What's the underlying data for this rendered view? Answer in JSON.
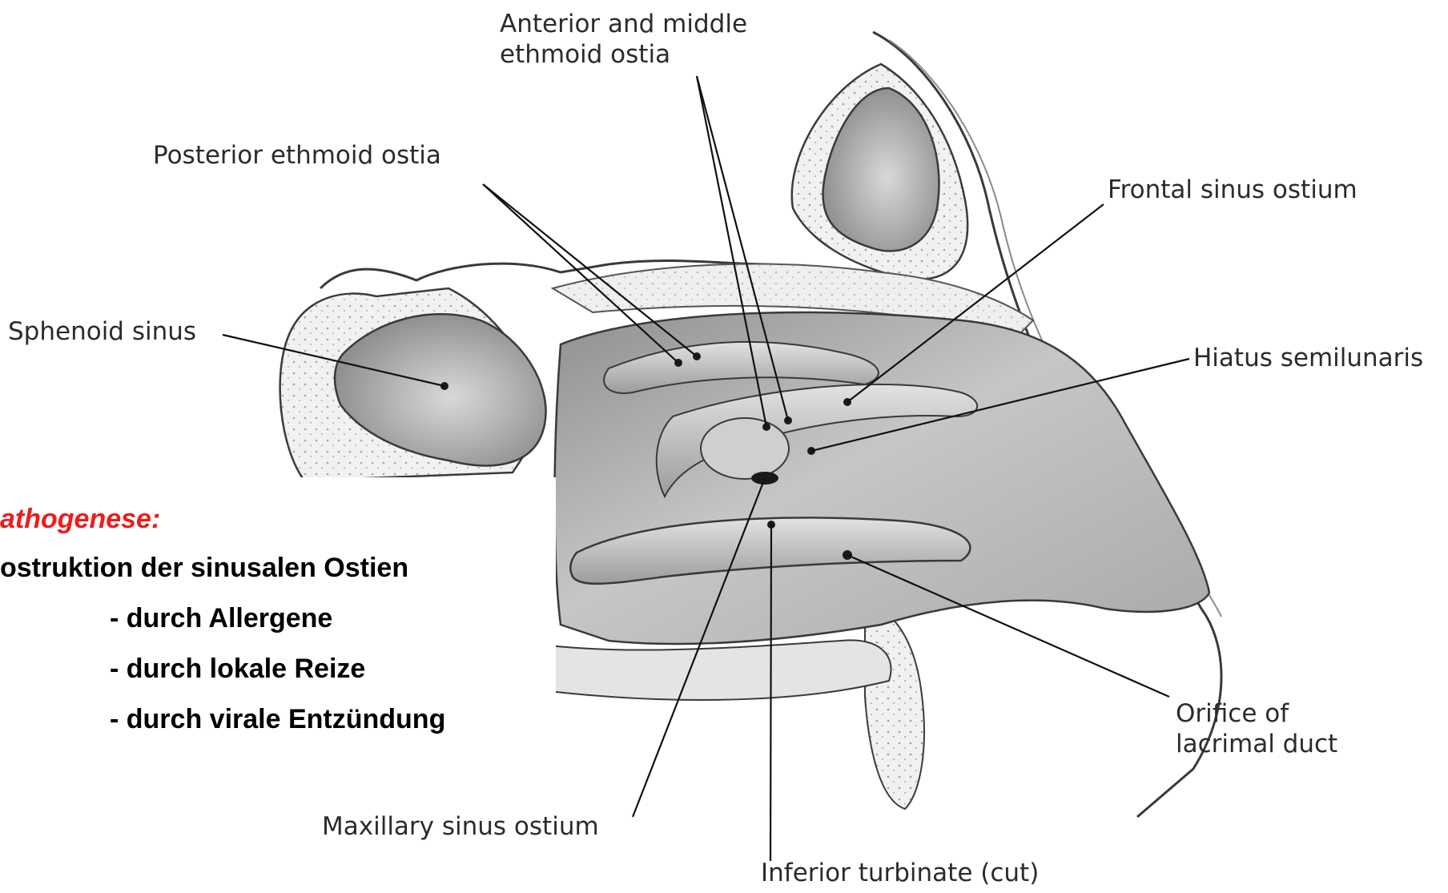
{
  "labels": {
    "anterior_middle_ethmoid": [
      "Anterior and middle",
      "ethmoid ostia"
    ],
    "posterior_ethmoid": "Posterior ethmoid ostia",
    "frontal_sinus": "Frontal sinus ostium",
    "sphenoid_sinus": "Sphenoid sinus",
    "hiatus_semilunaris": "Hiatus semilunaris",
    "orifice_lacrimal": [
      "Orifice of",
      "lacrimal duct"
    ],
    "maxillary_sinus": "Maxillary sinus ostium",
    "inferior_turbinate": "Inferior turbinate (cut)"
  },
  "overlay": {
    "heading": "athogenese:",
    "line1": "ostruktion der sinusalen Ostien",
    "items": [
      "- durch Allergene",
      "- durch lokale Reize",
      "- durch virale Entzündung"
    ]
  },
  "colors": {
    "heading": "#ee1c1c",
    "text": "#000000",
    "label": "#2b2b2b",
    "tissue": "#c9c9c9",
    "bone": "#f1f1f1"
  }
}
